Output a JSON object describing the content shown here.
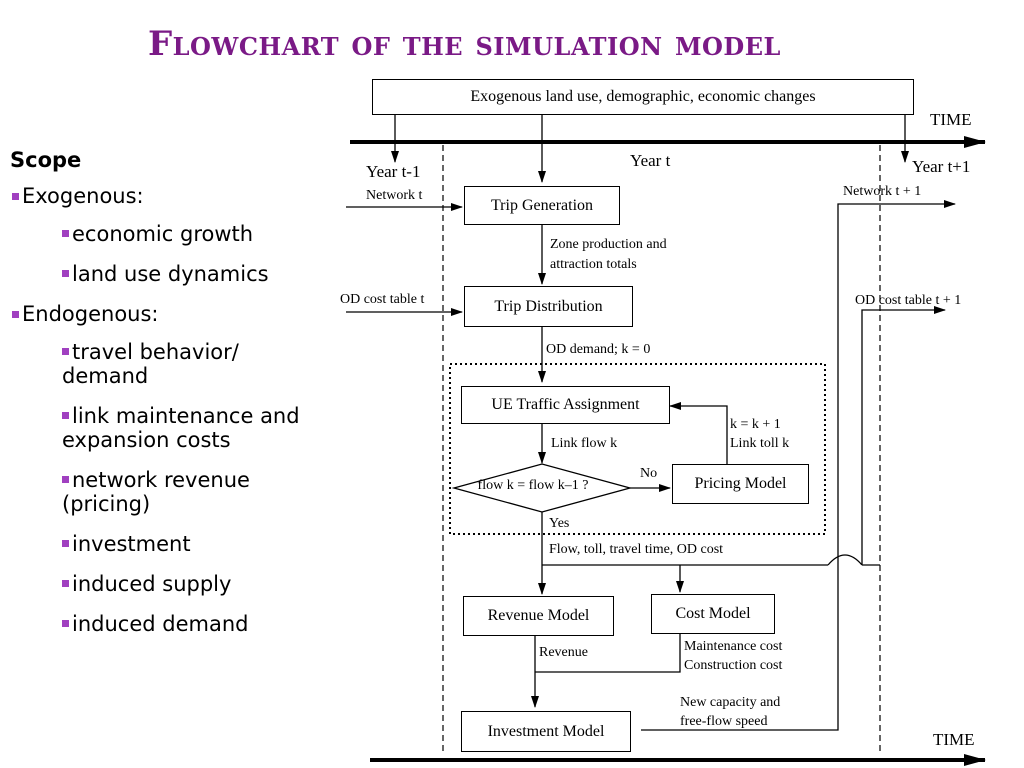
{
  "slide": {
    "title": "Flowchart of the simulation model"
  },
  "scope": {
    "heading": "Scope",
    "items": [
      {
        "level": 1,
        "text": "Exogenous:"
      },
      {
        "level": 2,
        "text": "economic growth"
      },
      {
        "level": 2,
        "text": "land use dynamics"
      },
      {
        "level": 1,
        "text": "Endogenous:"
      },
      {
        "level": 2,
        "text": "travel behavior/ demand"
      },
      {
        "level": 2,
        "text": "link maintenance and expansion costs"
      },
      {
        "level": 2,
        "text": "network revenue (pricing)"
      },
      {
        "level": 2,
        "text": "investment"
      },
      {
        "level": 2,
        "text": "induced supply"
      },
      {
        "level": 2,
        "text": "induced demand"
      }
    ]
  },
  "flowchart": {
    "exogenous_box": "Exogenous land use, demographic, economic changes",
    "time_label_top": "TIME",
    "time_label_bottom": "TIME",
    "year_prev": "Year t-1",
    "year_curr": "Year t",
    "year_next": "Year t+1",
    "network_t": "Network t",
    "network_t1": "Network t + 1",
    "od_cost_t": "OD cost table t",
    "od_cost_t1": "OD cost table t + 1",
    "trip_generation": "Trip Generation",
    "zone_totals_line1": "Zone production and",
    "zone_totals_line2": "attraction totals",
    "trip_distribution": "Trip Distribution",
    "od_demand": "OD demand; k = 0",
    "ue_assignment": "UE Traffic Assignment",
    "link_flow": "Link flow k",
    "decision": "flow k  = flow k–1  ?",
    "no_label": "No",
    "yes_label": "Yes",
    "pricing_model": "Pricing Model",
    "k_update": "k = k + 1",
    "link_toll": "Link toll k",
    "flow_outputs": "Flow, toll, travel time, OD cost",
    "revenue_model": "Revenue Model",
    "cost_model": "Cost Model",
    "revenue_label": "Revenue",
    "maintenance_cost": "Maintenance cost",
    "construction_cost": "Construction cost",
    "investment_model": "Investment Model",
    "new_capacity_line1": "New capacity and",
    "new_capacity_line2": "free-flow speed"
  }
}
